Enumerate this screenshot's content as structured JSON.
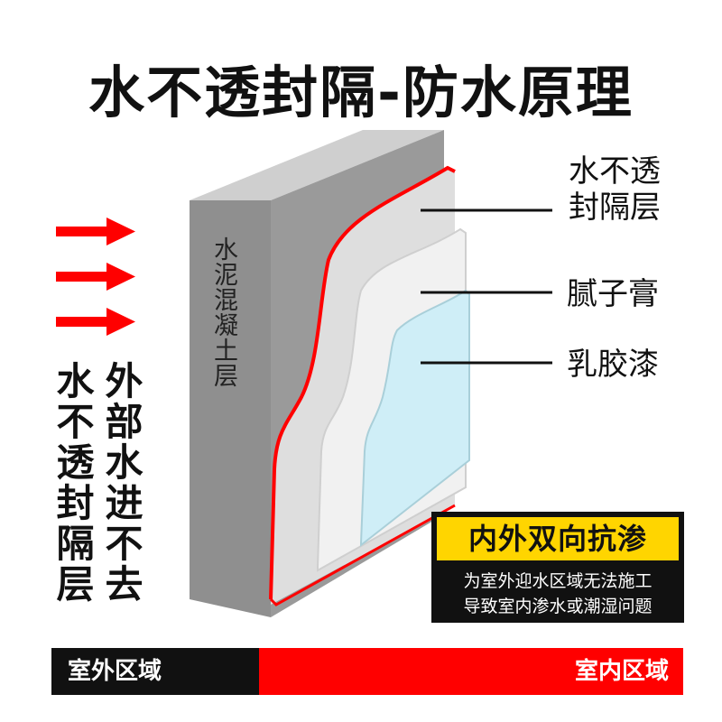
{
  "title": "水不透封隔-防水原理",
  "wall_label": "水泥混凝土层",
  "left_text": {
    "col_1": "水不透封隔层",
    "col_2": "外部水进不去"
  },
  "layers": {
    "membrane": "水不透封隔层",
    "putty": "腻子膏",
    "paint": "乳胶漆"
  },
  "info_box": {
    "heading": "内外双向抗渗",
    "line_1": "为室外迎水区域无法施工",
    "line_2": "导致室内渗水或潮湿问题"
  },
  "zones": {
    "outside": "室外区域",
    "inside": "室内区域"
  },
  "colors": {
    "arrow": "#ff0000",
    "wall_front": "#8f8f8f",
    "wall_top": "#cfcfcf",
    "membrane_edge": "#ff0000",
    "paint_layer": "#cfeef7",
    "info_heading_bg": "#ffd500"
  },
  "icons": [
    "arrow-right-icon",
    "arrow-right-icon",
    "arrow-right-icon"
  ]
}
